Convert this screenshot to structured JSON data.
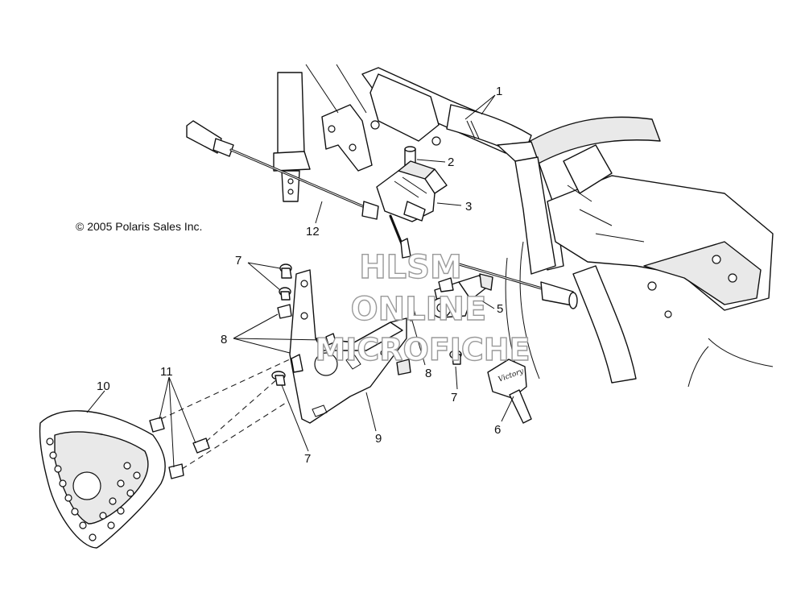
{
  "copyright": "© 2005 Polaris Sales Inc.",
  "watermark": {
    "line1": "HLSM",
    "line2": "ONLINE",
    "line3": "MICROFICHE"
  },
  "callouts": {
    "c1": "1",
    "c2": "2",
    "c3": "3",
    "c5": "5",
    "c6": "6",
    "c7a": "7",
    "c7b": "7",
    "c7c": "7",
    "c8a": "8",
    "c8b": "8",
    "c9": "9",
    "c10": "10",
    "c11": "11",
    "c12": "12"
  },
  "key_brand": "Victory"
}
